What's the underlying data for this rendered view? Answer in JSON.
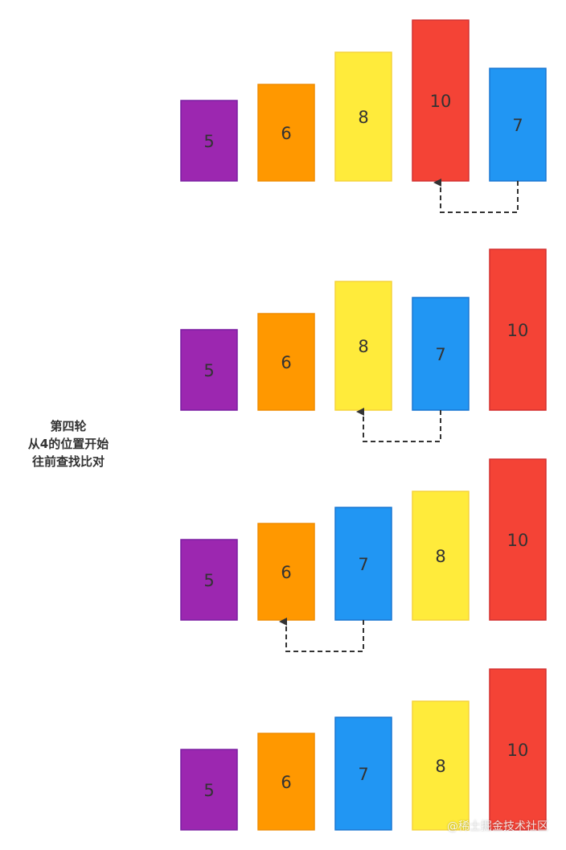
{
  "caption": [
    "第四轮",
    "从4的位置开始",
    "往前查找比对"
  ],
  "watermark": "@稀土掘金技术社区",
  "colors": {
    "5": {
      "fill": "#9C27B0",
      "stroke": "#7B1FA2"
    },
    "6": {
      "fill": "#FF9800",
      "stroke": "#EF8C00"
    },
    "7": {
      "fill": "#2196F3",
      "stroke": "#1976D2"
    },
    "8": {
      "fill": "#FFEB3B",
      "stroke": "#F5D33A"
    },
    "10": {
      "fill": "#F44336",
      "stroke": "#D32F2F"
    }
  },
  "rows": [
    {
      "values": [
        "5",
        "6",
        "8",
        "10",
        "7"
      ],
      "arrow": {
        "from": 4,
        "to": 3
      }
    },
    {
      "values": [
        "5",
        "6",
        "8",
        "7",
        "10"
      ],
      "arrow": {
        "from": 3,
        "to": 2
      }
    },
    {
      "values": [
        "5",
        "6",
        "7",
        "8",
        "10"
      ],
      "arrow": {
        "from": 2,
        "to": 1
      }
    },
    {
      "values": [
        "5",
        "6",
        "7",
        "8",
        "10"
      ],
      "arrow": null
    }
  ]
}
